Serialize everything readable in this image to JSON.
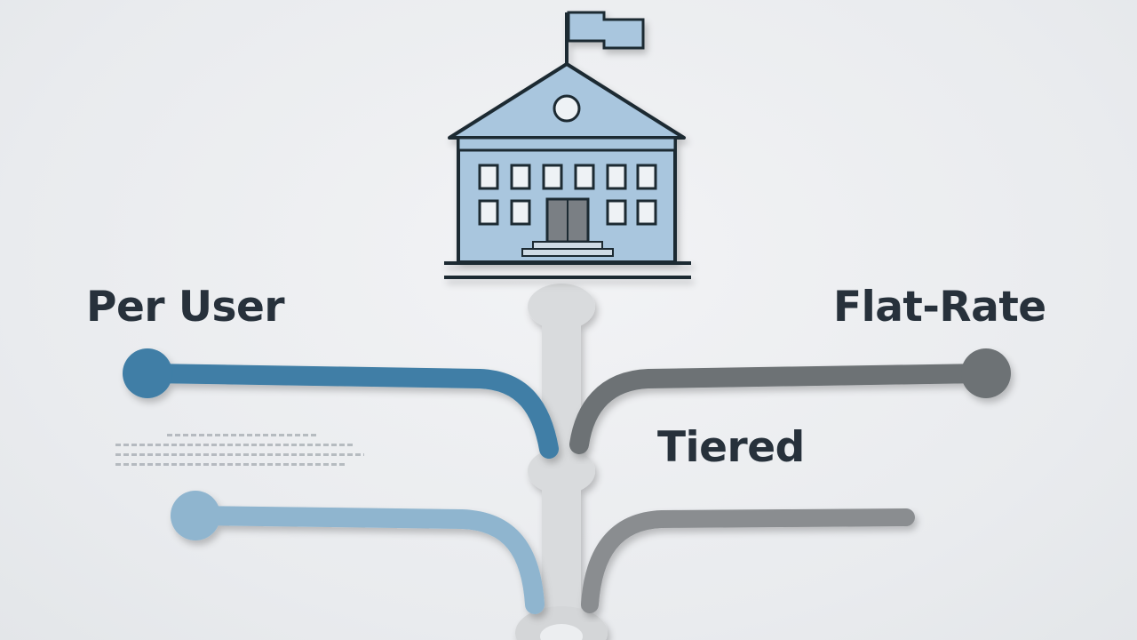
{
  "diagram": {
    "building": {
      "icon": "school-building-icon",
      "colors": {
        "fill": "#a9c6de",
        "outline": "#1f2a33",
        "door": "#7a7f84"
      }
    },
    "branches": [
      {
        "label": "Per User",
        "color": "#3f7ea6"
      },
      {
        "label": "Flat-Rate",
        "color": "#6d7275"
      },
      {
        "label": "Tiered",
        "color": "#8fb5cf"
      }
    ],
    "lower_branch_gray_color": "#8a8d90",
    "trunk_color": "#d9dbdd"
  }
}
